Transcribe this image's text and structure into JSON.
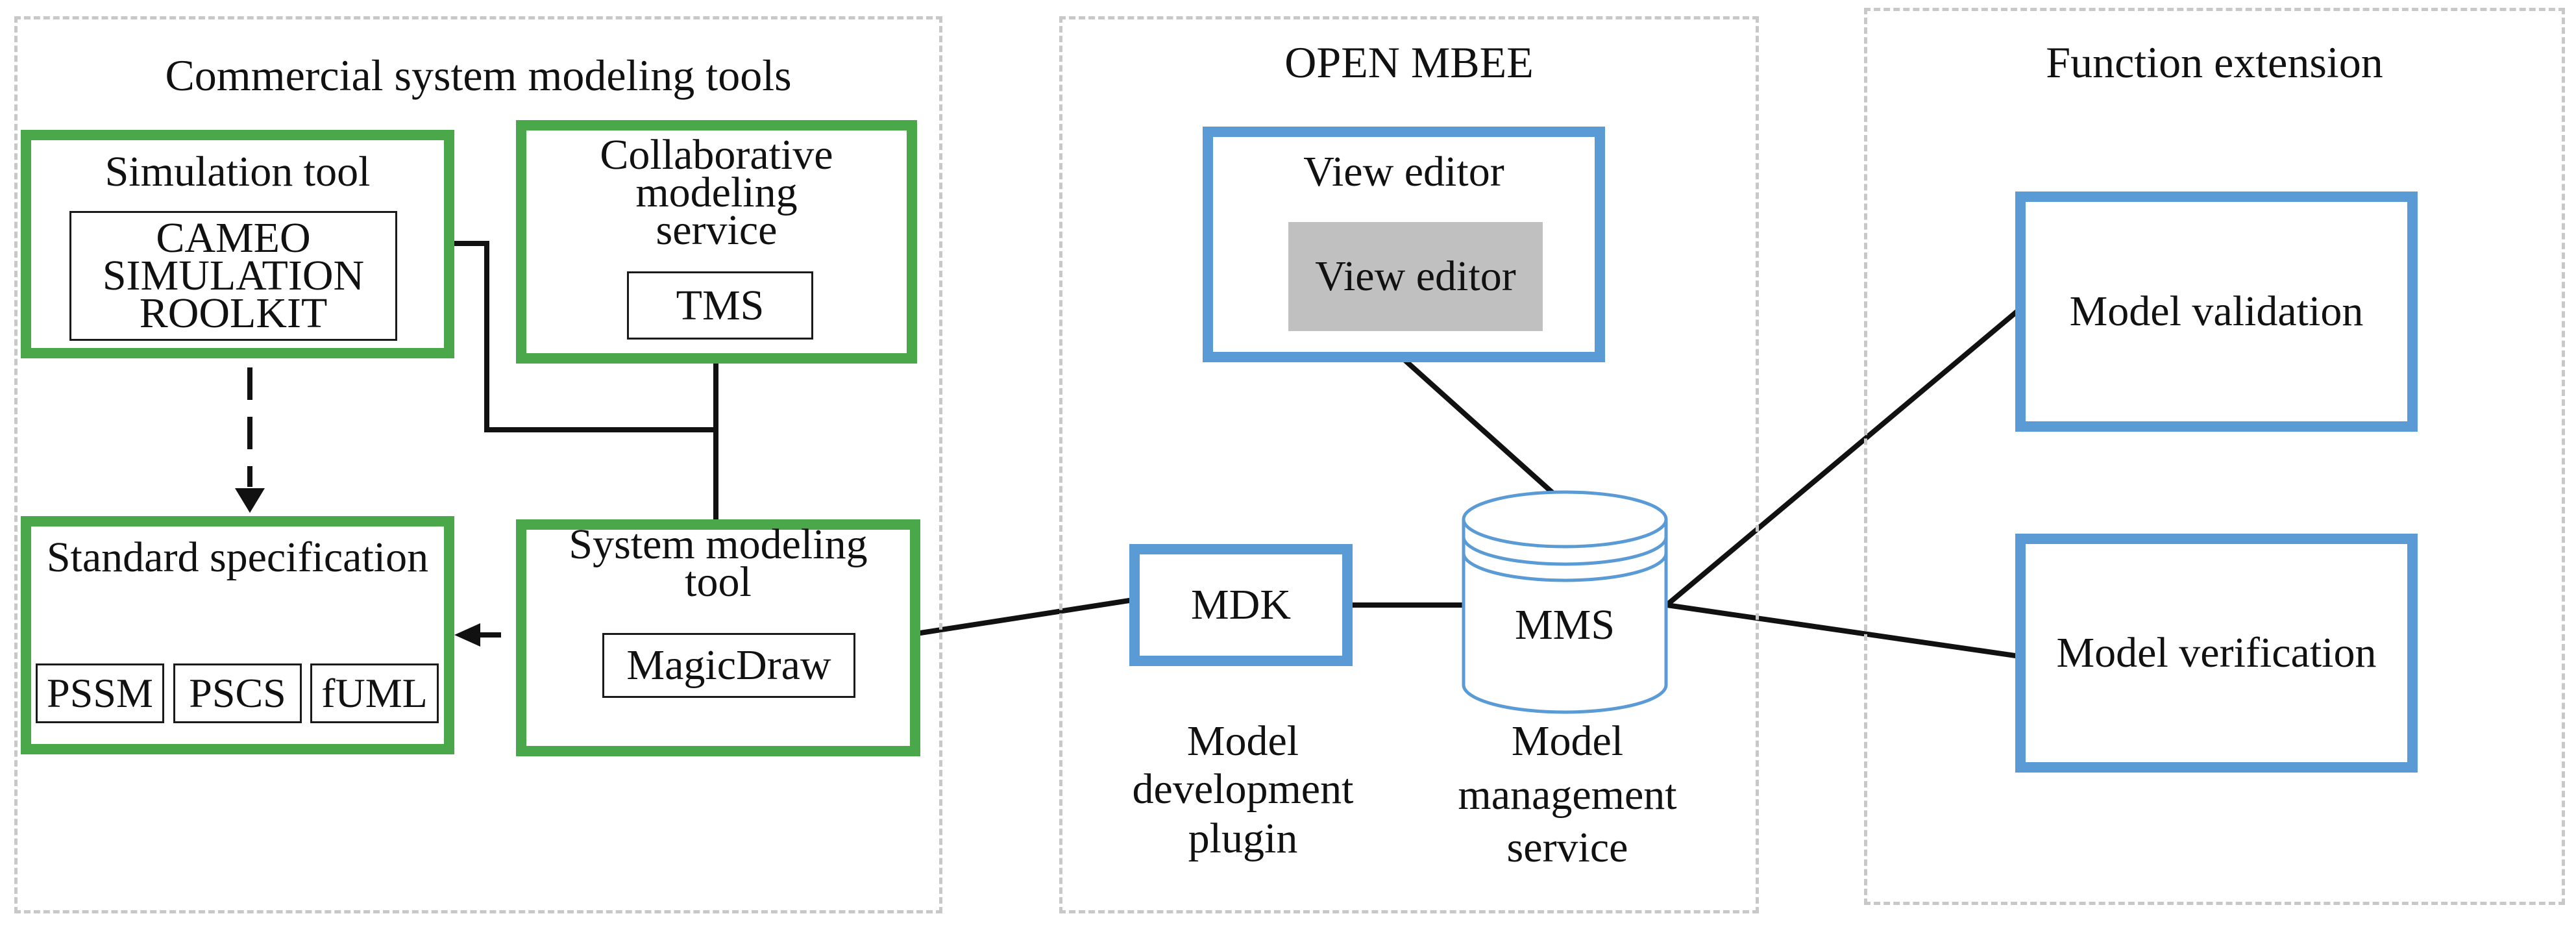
{
  "regions": {
    "commercial": {
      "title": "Commercial system modeling tools"
    },
    "open_mbee": {
      "title": "OPEN MBEE"
    },
    "function_extension": {
      "title": "Function extension"
    }
  },
  "commercial": {
    "simulation_tool": {
      "title": "Simulation tool",
      "inner": [
        "CAMEO",
        "SIMULATION",
        "ROOLKIT"
      ]
    },
    "collaborative": {
      "title": [
        "Collaborative",
        "modeling",
        "service"
      ],
      "inner": "TMS"
    },
    "standard_spec": {
      "title": "Standard specification",
      "items": [
        "PSSM",
        "PSCS",
        "fUML"
      ]
    },
    "system_modeling": {
      "title": [
        "System modeling",
        "tool"
      ],
      "inner": "MagicDraw"
    }
  },
  "mbee": {
    "view_editor": {
      "title": "View editor",
      "inner": "View editor"
    },
    "mdk": {
      "label": "MDK",
      "caption": [
        "Model",
        "development",
        "plugin"
      ]
    },
    "mms": {
      "label": "MMS",
      "caption": [
        "Model",
        "management",
        "service"
      ]
    }
  },
  "extension": {
    "validation": "Model validation",
    "verification": "Model verification"
  },
  "colors": {
    "green_border": "#4aa84a",
    "blue_border": "#5b9bd5",
    "region_dash": "#c8c8c8",
    "inner_fill_gray": "#c0c0c0"
  }
}
